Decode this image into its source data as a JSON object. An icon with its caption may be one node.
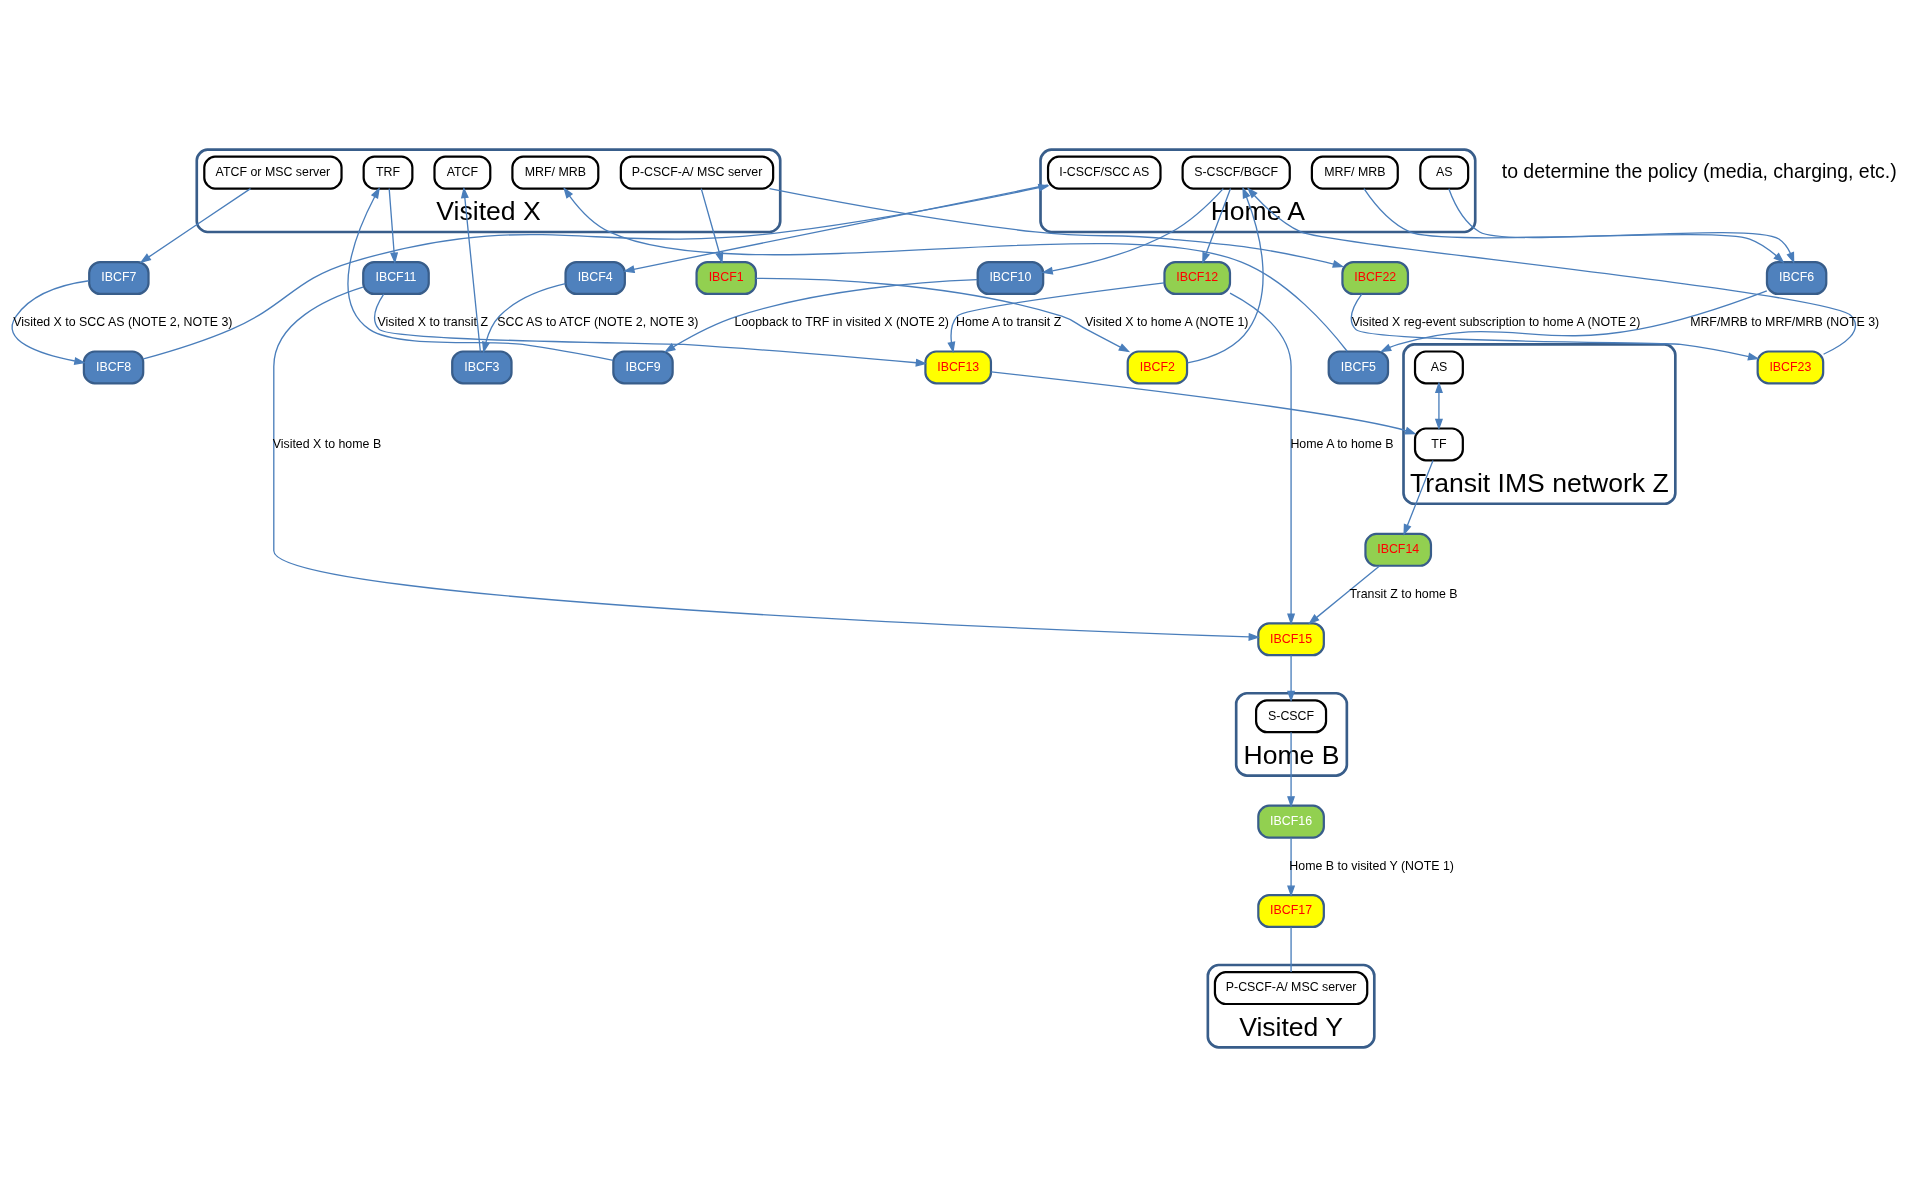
{
  "diagram": {
    "nodes": [
      {
        "text": [
          "Home A"
        ]
      },
      {
        "text": [
          "S-CSCF/BGCF"
        ],
        "in": 0
      },
      {
        "text": [
          "I-CSCF/SCC AS"
        ],
        "in": 0
      },
      {
        "text": [
          "AS"
        ],
        "in": 0
      },
      {
        "text": [
          "MRF/ MRB"
        ],
        "in": 0
      },
      {
        "text": [
          "IBCF23"
        ]
      },
      {
        "text": [
          "IBCF12"
        ]
      },
      {
        "text": [
          "IBCF2"
        ]
      },
      {
        "text": [
          "IBCF4"
        ]
      },
      {
        "text": [
          "IBCF8"
        ]
      },
      {
        "text": [
          "IBCF10"
        ]
      },
      {
        "text": [
          "IBCF6"
        ]
      },
      {
        "text": [
          "Transit IMS network Z"
        ]
      },
      {
        "text": [
          "AS"
        ],
        "in": 12
      },
      {
        "text": [
          "TF"
        ],
        "in": 12
      },
      {
        "text": [
          "IBCF13"
        ]
      },
      {
        "text": [
          "IBCF14"
        ]
      },
      {
        "text": [
          "Home B"
        ]
      },
      {
        "text": [
          "S-CSCF"
        ],
        "in": 17
      },
      {
        "text": [
          "IBCF15"
        ]
      },
      {
        "text": [
          "IBCF16"
        ]
      },
      {
        "text": [
          "Visited X"
        ]
      },
      {
        "text": [
          "P-CSCF-A/ MSC server"
        ],
        "in": 21
      },
      {
        "text": [
          "ATCF"
        ],
        "in": 21
      },
      {
        "text": [
          "ATCF or MSC server"
        ],
        "in": 21
      },
      {
        "text": [
          "MRF/ MRB"
        ],
        "in": 21
      },
      {
        "text": [
          "TRF"
        ],
        "in": 21
      },
      {
        "text": [
          "IBCF22"
        ]
      },
      {
        "text": [
          "IBCF1"
        ]
      },
      {
        "text": [
          "IBCF3"
        ]
      },
      {
        "text": [
          "IBCF7"
        ]
      },
      {
        "text": [
          "IBCF9"
        ]
      },
      {
        "text": [
          "IBCF5"
        ]
      },
      {
        "text": [
          "IBCF11"
        ]
      },
      {
        "text": [
          "Visited Y"
        ]
      },
      {
        "text": [
          "P-CSCF-A/ MSC server"
        ],
        "in": 34
      },
      {
        "text": [
          "IBCF17"
        ]
      }
    ],
    "edges": [
      {
        "from": 5,
        "to": 1,
        "arrow": "to"
      },
      {
        "from": 7,
        "to": 1,
        "arrow": "to"
      },
      {
        "from": 1,
        "to": 6,
        "arrow": "to"
      },
      {
        "from": 1,
        "to": 10,
        "arrow": "to"
      },
      {
        "from": 2,
        "to": 8,
        "arrow": "to"
      },
      {
        "from": 9,
        "to": 2,
        "arrow": "to"
      },
      {
        "from": 3,
        "to": 11,
        "arrow": "to"
      },
      {
        "from": 4,
        "to": 11,
        "arrow": "to"
      },
      {
        "from": 6,
        "to": 15,
        "arrow": "to",
        "label": "Home A to transit Z"
      },
      {
        "from": 6,
        "to": 19,
        "arrow": "to",
        "label": "Home A to home B"
      },
      {
        "from": 15,
        "to": 14,
        "arrow": "to"
      },
      {
        "from": 13,
        "to": 14,
        "arrow": "both"
      },
      {
        "from": 14,
        "to": 16,
        "arrow": "to"
      },
      {
        "from": 16,
        "to": 19,
        "arrow": "to",
        "label": "Transit Z to home B"
      },
      {
        "from": 19,
        "to": 18,
        "arrow": "to"
      },
      {
        "from": 18,
        "to": 20,
        "arrow": "to"
      },
      {
        "from": 20,
        "to": 36,
        "arrow": "to",
        "label": "Home B to visited Y (NOTE 1)"
      },
      {
        "from": 36,
        "to": 35,
        "arrow": "none"
      },
      {
        "from": 27,
        "to": 5,
        "arrow": "to",
        "label": "Visited X reg-event subscription to home A (NOTE 2)"
      },
      {
        "from": 28,
        "to": 7,
        "arrow": "to",
        "label": "Visited X to home A (NOTE 1)"
      },
      {
        "from": 8,
        "to": 29,
        "arrow": "to",
        "label": "SCC AS to ATCF (NOTE 2, NOTE 3)"
      },
      {
        "from": 30,
        "to": 9,
        "arrow": "to",
        "label": "Visited X to SCC AS (NOTE 2, NOTE 3)"
      },
      {
        "from": 10,
        "to": 31,
        "arrow": "to",
        "label": "Loopback to TRF in visited X (NOTE 2)"
      },
      {
        "from": 11,
        "to": 32,
        "arrow": "to",
        "label": "MRF/MRB to MRF/MRB (NOTE 3)"
      },
      {
        "from": 22,
        "to": 27,
        "arrow": "to"
      },
      {
        "from": 22,
        "to": 28,
        "arrow": "to"
      },
      {
        "from": 29,
        "to": 23,
        "arrow": "to"
      },
      {
        "from": 24,
        "to": 30,
        "arrow": "to"
      },
      {
        "from": 31,
        "to": 26,
        "arrow": "to"
      },
      {
        "from": 32,
        "to": 25,
        "arrow": "to"
      },
      {
        "from": 26,
        "to": 33,
        "arrow": "to"
      },
      {
        "from": 33,
        "to": 15,
        "arrow": "to",
        "label": "Visited X to transit Z"
      },
      {
        "from": 33,
        "to": 19,
        "arrow": "to",
        "label": "Visited X to home B"
      }
    ],
    "labels": [
      "to determine the policy (media, charging, etc.)"
    ]
  }
}
